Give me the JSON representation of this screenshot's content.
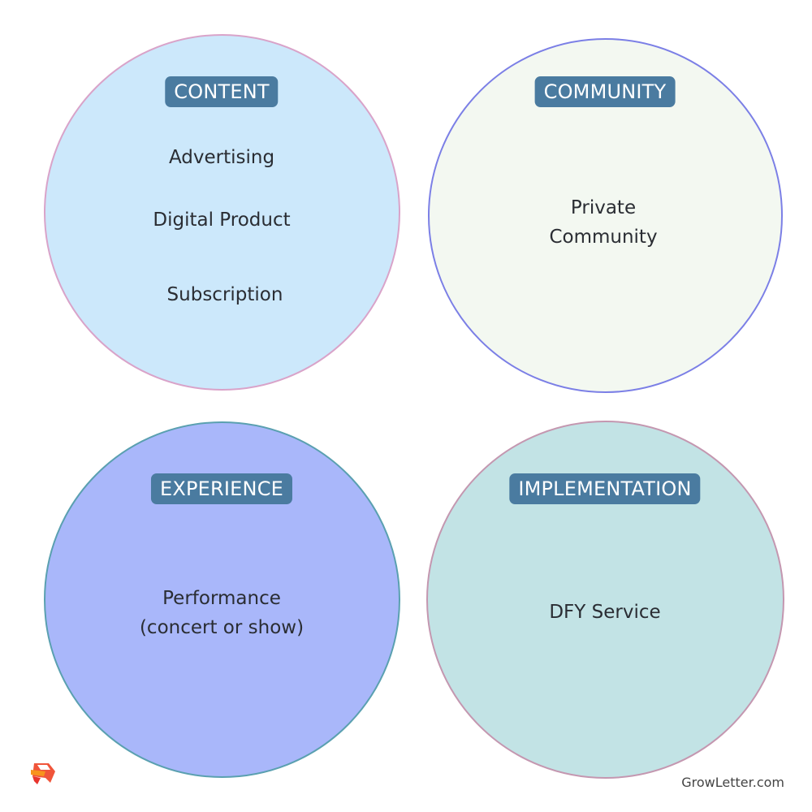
{
  "quadrants": [
    {
      "title": "CONTENT",
      "items": [
        "Advertising",
        "Digital Product",
        "Subscription"
      ],
      "fill": "#cce8fb",
      "stroke": "#d9a3c9"
    },
    {
      "title": "COMMUNITY",
      "items": [
        "Private",
        "Community"
      ],
      "fill": "#f3f8f1",
      "stroke": "#7b7fe6"
    },
    {
      "title": "EXPERIENCE",
      "items": [
        "Performance",
        "(concert or show)"
      ],
      "fill": "#a9b7fa",
      "stroke": "#5aa0b0"
    },
    {
      "title": "IMPLEMENTATION",
      "items": [
        "DFY Service"
      ],
      "fill": "#c2e3e5",
      "stroke": "#c497b0"
    }
  ],
  "footer": {
    "brand": "GrowLetter.com",
    "logo": "growletter-logo"
  }
}
